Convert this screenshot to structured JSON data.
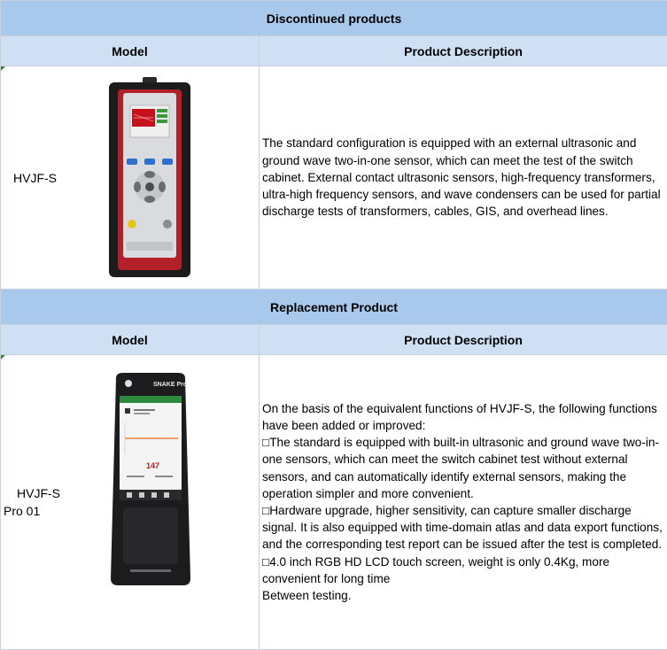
{
  "sections": [
    {
      "title": "Discontinued products",
      "headers": {
        "model": "Model",
        "description": "Product Description"
      },
      "product": {
        "model_line1": "HVJF-S",
        "model_line2": "",
        "description_lines": [
          "The standard configuration is equipped with an external ultrasonic and ground wave two-in-one sensor, which can meet the test of the switch cabinet. External contact ultrasonic sensors, high-frequency transformers, ultra-high frequency sensors, and wave condensers can be used for partial discharge tests of transformers, cables, GIS, and overhead lines."
        ],
        "image_icon": "hvjf-s-device-photo"
      }
    },
    {
      "title": "Replacement Product",
      "headers": {
        "model": "Model",
        "description": "Product Description"
      },
      "product": {
        "model_line1": "HVJF-S",
        "model_line2": "Pro 01",
        "description_lines": [
          "On the basis of the equivalent functions of HVJF-S, the following functions have been added or improved:",
          "□The standard is equipped with built-in ultrasonic and ground wave two-in-one sensors, which can meet the switch cabinet test without external sensors, and can automatically identify external sensors, making the operation simpler and more convenient.",
          "□Hardware upgrade, higher sensitivity, can capture smaller discharge signal. It is also equipped with time-domain atlas and data export functions, and the corresponding test report can be issued after the test is completed.",
          "□4.0 inch RGB HD LCD touch screen, weight is only 0.4Kg, more convenient for long time",
          "Between testing."
        ],
        "image_icon": "hvjf-s-pro-device-photo",
        "screen_reading": "147",
        "brand_text": "SNAKE Pro"
      }
    }
  ],
  "colors": {
    "section_bg": "#a8c8ec",
    "header_bg": "#cfe0f4",
    "border": "#c8d0dc",
    "device_red": "#b3202a",
    "device_black": "#1c1c1c"
  }
}
